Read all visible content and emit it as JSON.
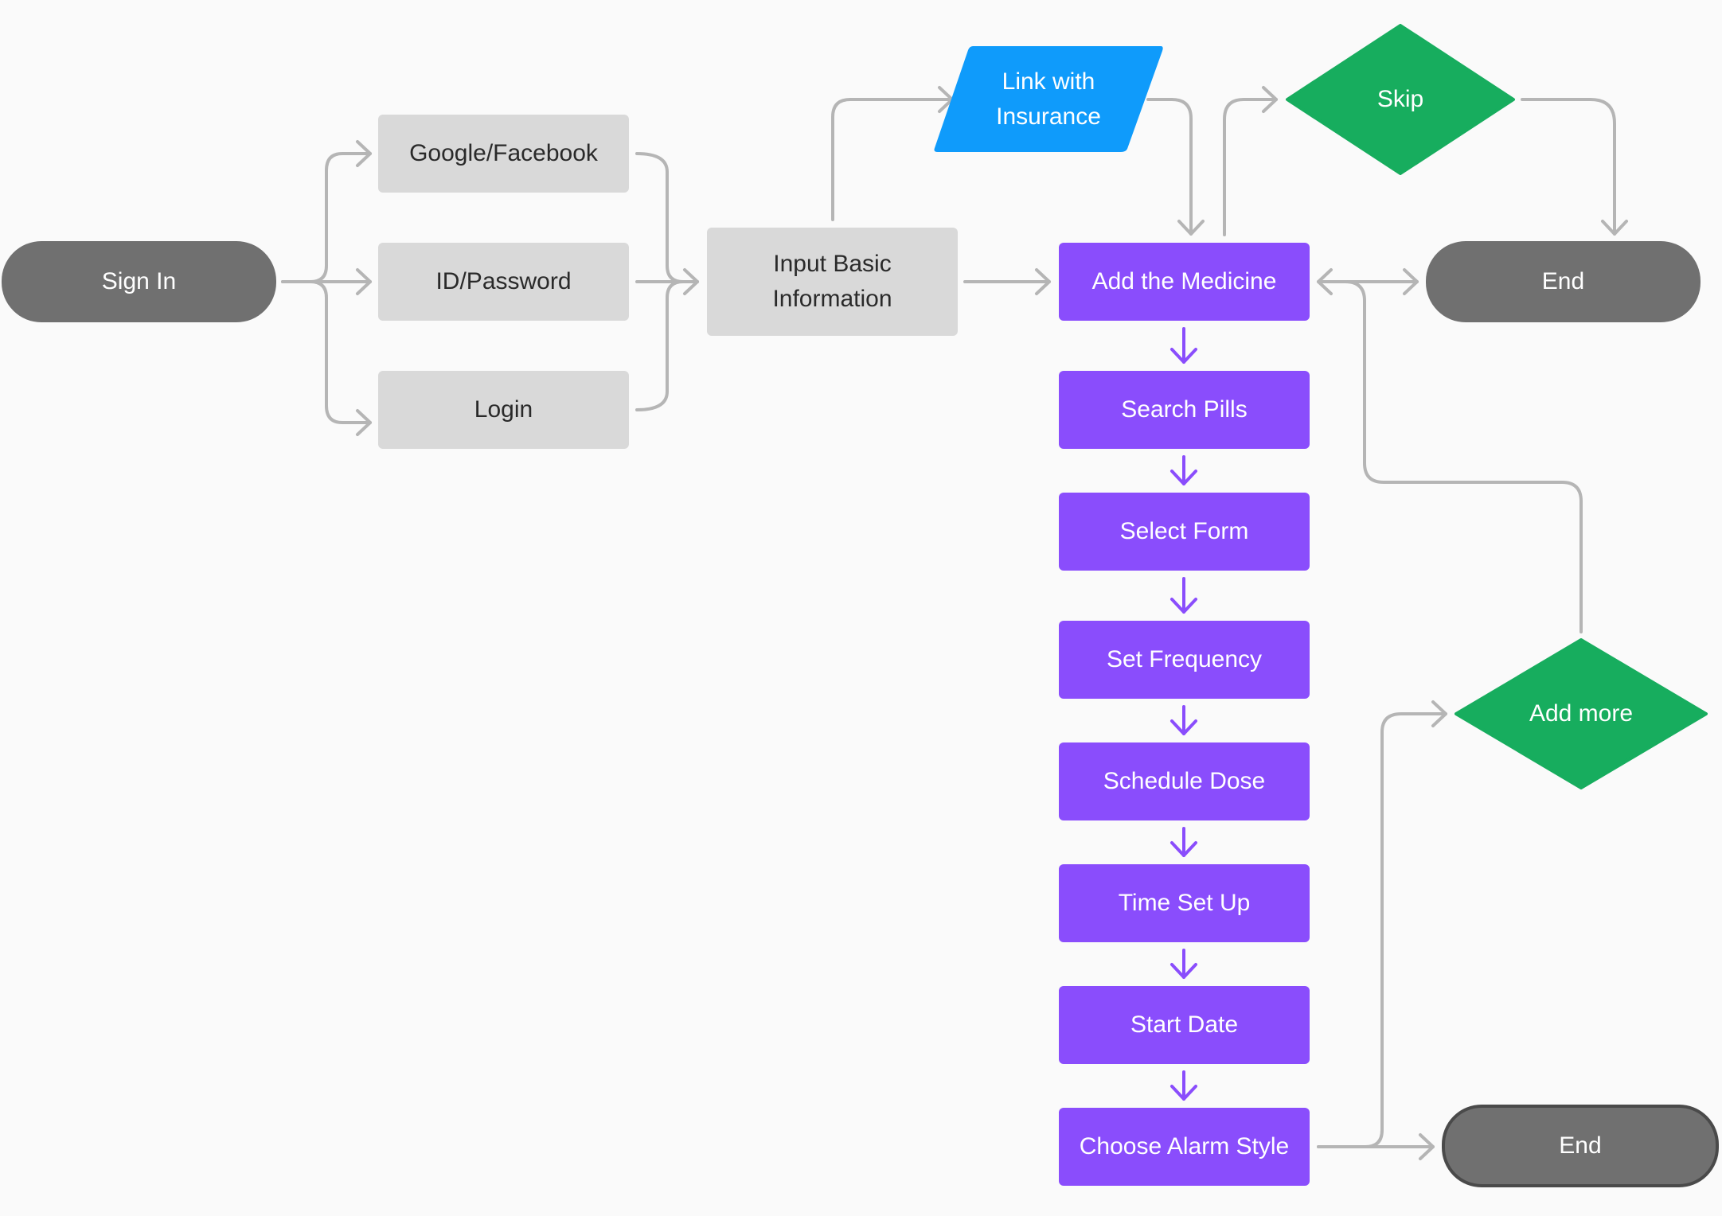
{
  "colors": {
    "background": "#fafafa",
    "terminal": "#707070",
    "terminal_border": "#4a4a4a",
    "option": "#d9d9d9",
    "process": "#8a4dfc",
    "decision": "#17ad5e",
    "io": "#0f9bfb",
    "connector_grey": "#b5b5b5",
    "connector_purple": "#8a4dfc"
  },
  "nodes": {
    "sign_in": "Sign In",
    "google_facebook": "Google/Facebook",
    "id_password": "ID/Password",
    "login": "Login",
    "input_basic_information": "Input Basic\nInformation",
    "link_with_insurance": "Link with\nInsurance",
    "skip": "Skip",
    "end_top": "End",
    "add_the_medicine": "Add the Medicine",
    "search_pills": "Search Pills",
    "select_form": "Select Form",
    "set_frequency": "Set Frequency",
    "schedule_dose": "Schedule Dose",
    "time_set_up": "Time Set Up",
    "start_date": "Start Date",
    "choose_alarm_style": "Choose Alarm Style",
    "add_more": "Add more",
    "end_bottom": "End"
  }
}
